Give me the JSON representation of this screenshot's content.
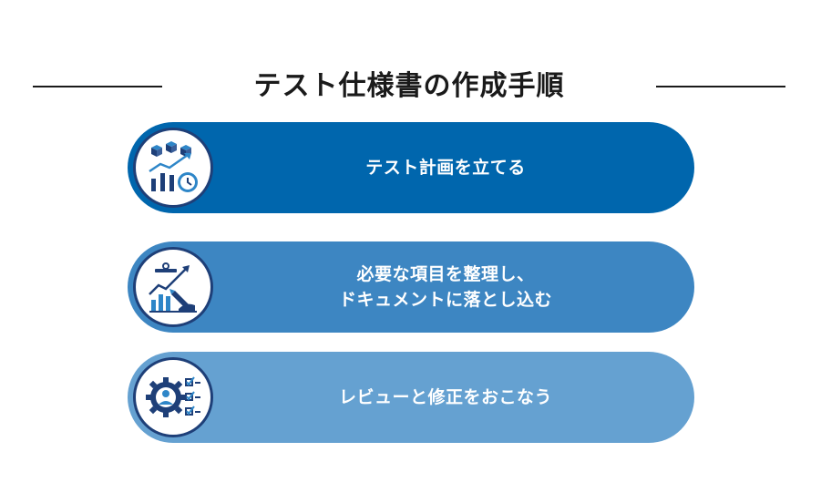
{
  "title": "テスト仕様書の作成手順",
  "colors": {
    "title": "#1a1a1a",
    "step1": "#0066ad",
    "step2": "#3d86c2",
    "step3": "#65a1d1",
    "icon_stroke": "#1e3f78",
    "icon_accent": "#2e86c8"
  },
  "steps": [
    {
      "label": "テスト計画を立てる",
      "icon": "cubes-bar-chart-clock-icon"
    },
    {
      "label": "必要な項目を整理し、\nドキュメントに落とし込む",
      "icon": "clipboard-chart-pen-icon"
    },
    {
      "label": "レビューと修正をおこなう",
      "icon": "gear-person-checklist-icon"
    }
  ]
}
